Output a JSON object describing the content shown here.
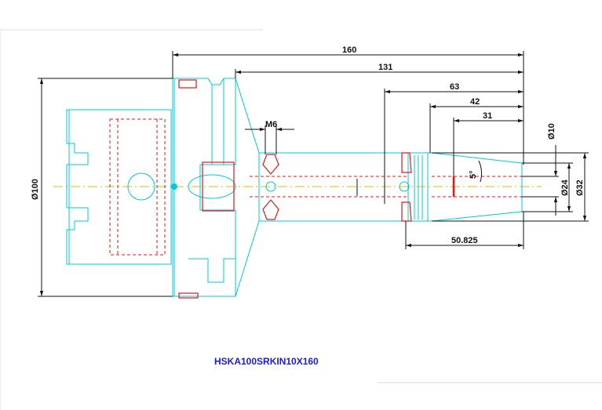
{
  "dimensions": {
    "overall_length": "160",
    "shank_length": "131",
    "nut_length": "63",
    "body_length": "42",
    "bore_depth": "31",
    "thread": "M6",
    "flange_dia": "Ø100",
    "bore_dia": "Ø10",
    "tip_dia": "Ø24",
    "nose_dia": "Ø32",
    "taper_angle": "5°",
    "nut_offset": "50.825"
  },
  "part_number": "HSKA100SRKIN10X160",
  "colors": {
    "outline": "#00c8d8",
    "hidden": "#e01818",
    "dimension": "#111111",
    "centerline": "#d8c000",
    "title": "#1a1ae6"
  }
}
